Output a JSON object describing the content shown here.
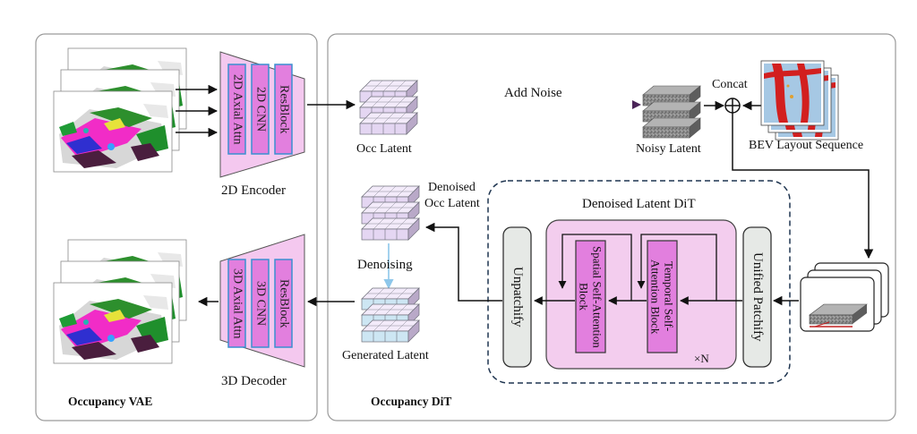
{
  "vae": {
    "title": "Occupancy VAE",
    "encoder_label": "2D Encoder",
    "decoder_label": "3D Decoder",
    "encoder_blocks": [
      "2D Axial Attn",
      "2D CNN",
      "ResBlock"
    ],
    "decoder_blocks": [
      "3D Axial Attn",
      "3D CNN",
      "ResBlock"
    ]
  },
  "dit": {
    "title": "Occupancy DiT",
    "occ_latent": "Occ Latent",
    "add_noise": "Add Noise",
    "noisy_latent": "Noisy Latent",
    "concat": "Concat",
    "bev_layout": "BEV Layout Sequence",
    "denoised_occ_latent_line1": "Denoised",
    "denoised_occ_latent_line2": "Occ Latent",
    "denoising": "Denoising",
    "generated_latent": "Generated Latent",
    "block_title": "Denoised Latent DiT",
    "unpatchify": "Unpatchify",
    "unified_patchify": "Unified Patchify",
    "spatial_block": "Spatial Self-Attention Block",
    "temporal_block": "Temporal Self-Attention Block",
    "repeat": "×N"
  },
  "colors": {
    "encoder_fill": "#f4c8ef",
    "inner_block": "#e27fde",
    "cube_pink": "#e4d6f2",
    "cube_blue": "#cde6f3",
    "dit_bg": "#f3cdee",
    "patch_fill": "#e6e9e6",
    "panel_border": "#9a9a9a"
  }
}
